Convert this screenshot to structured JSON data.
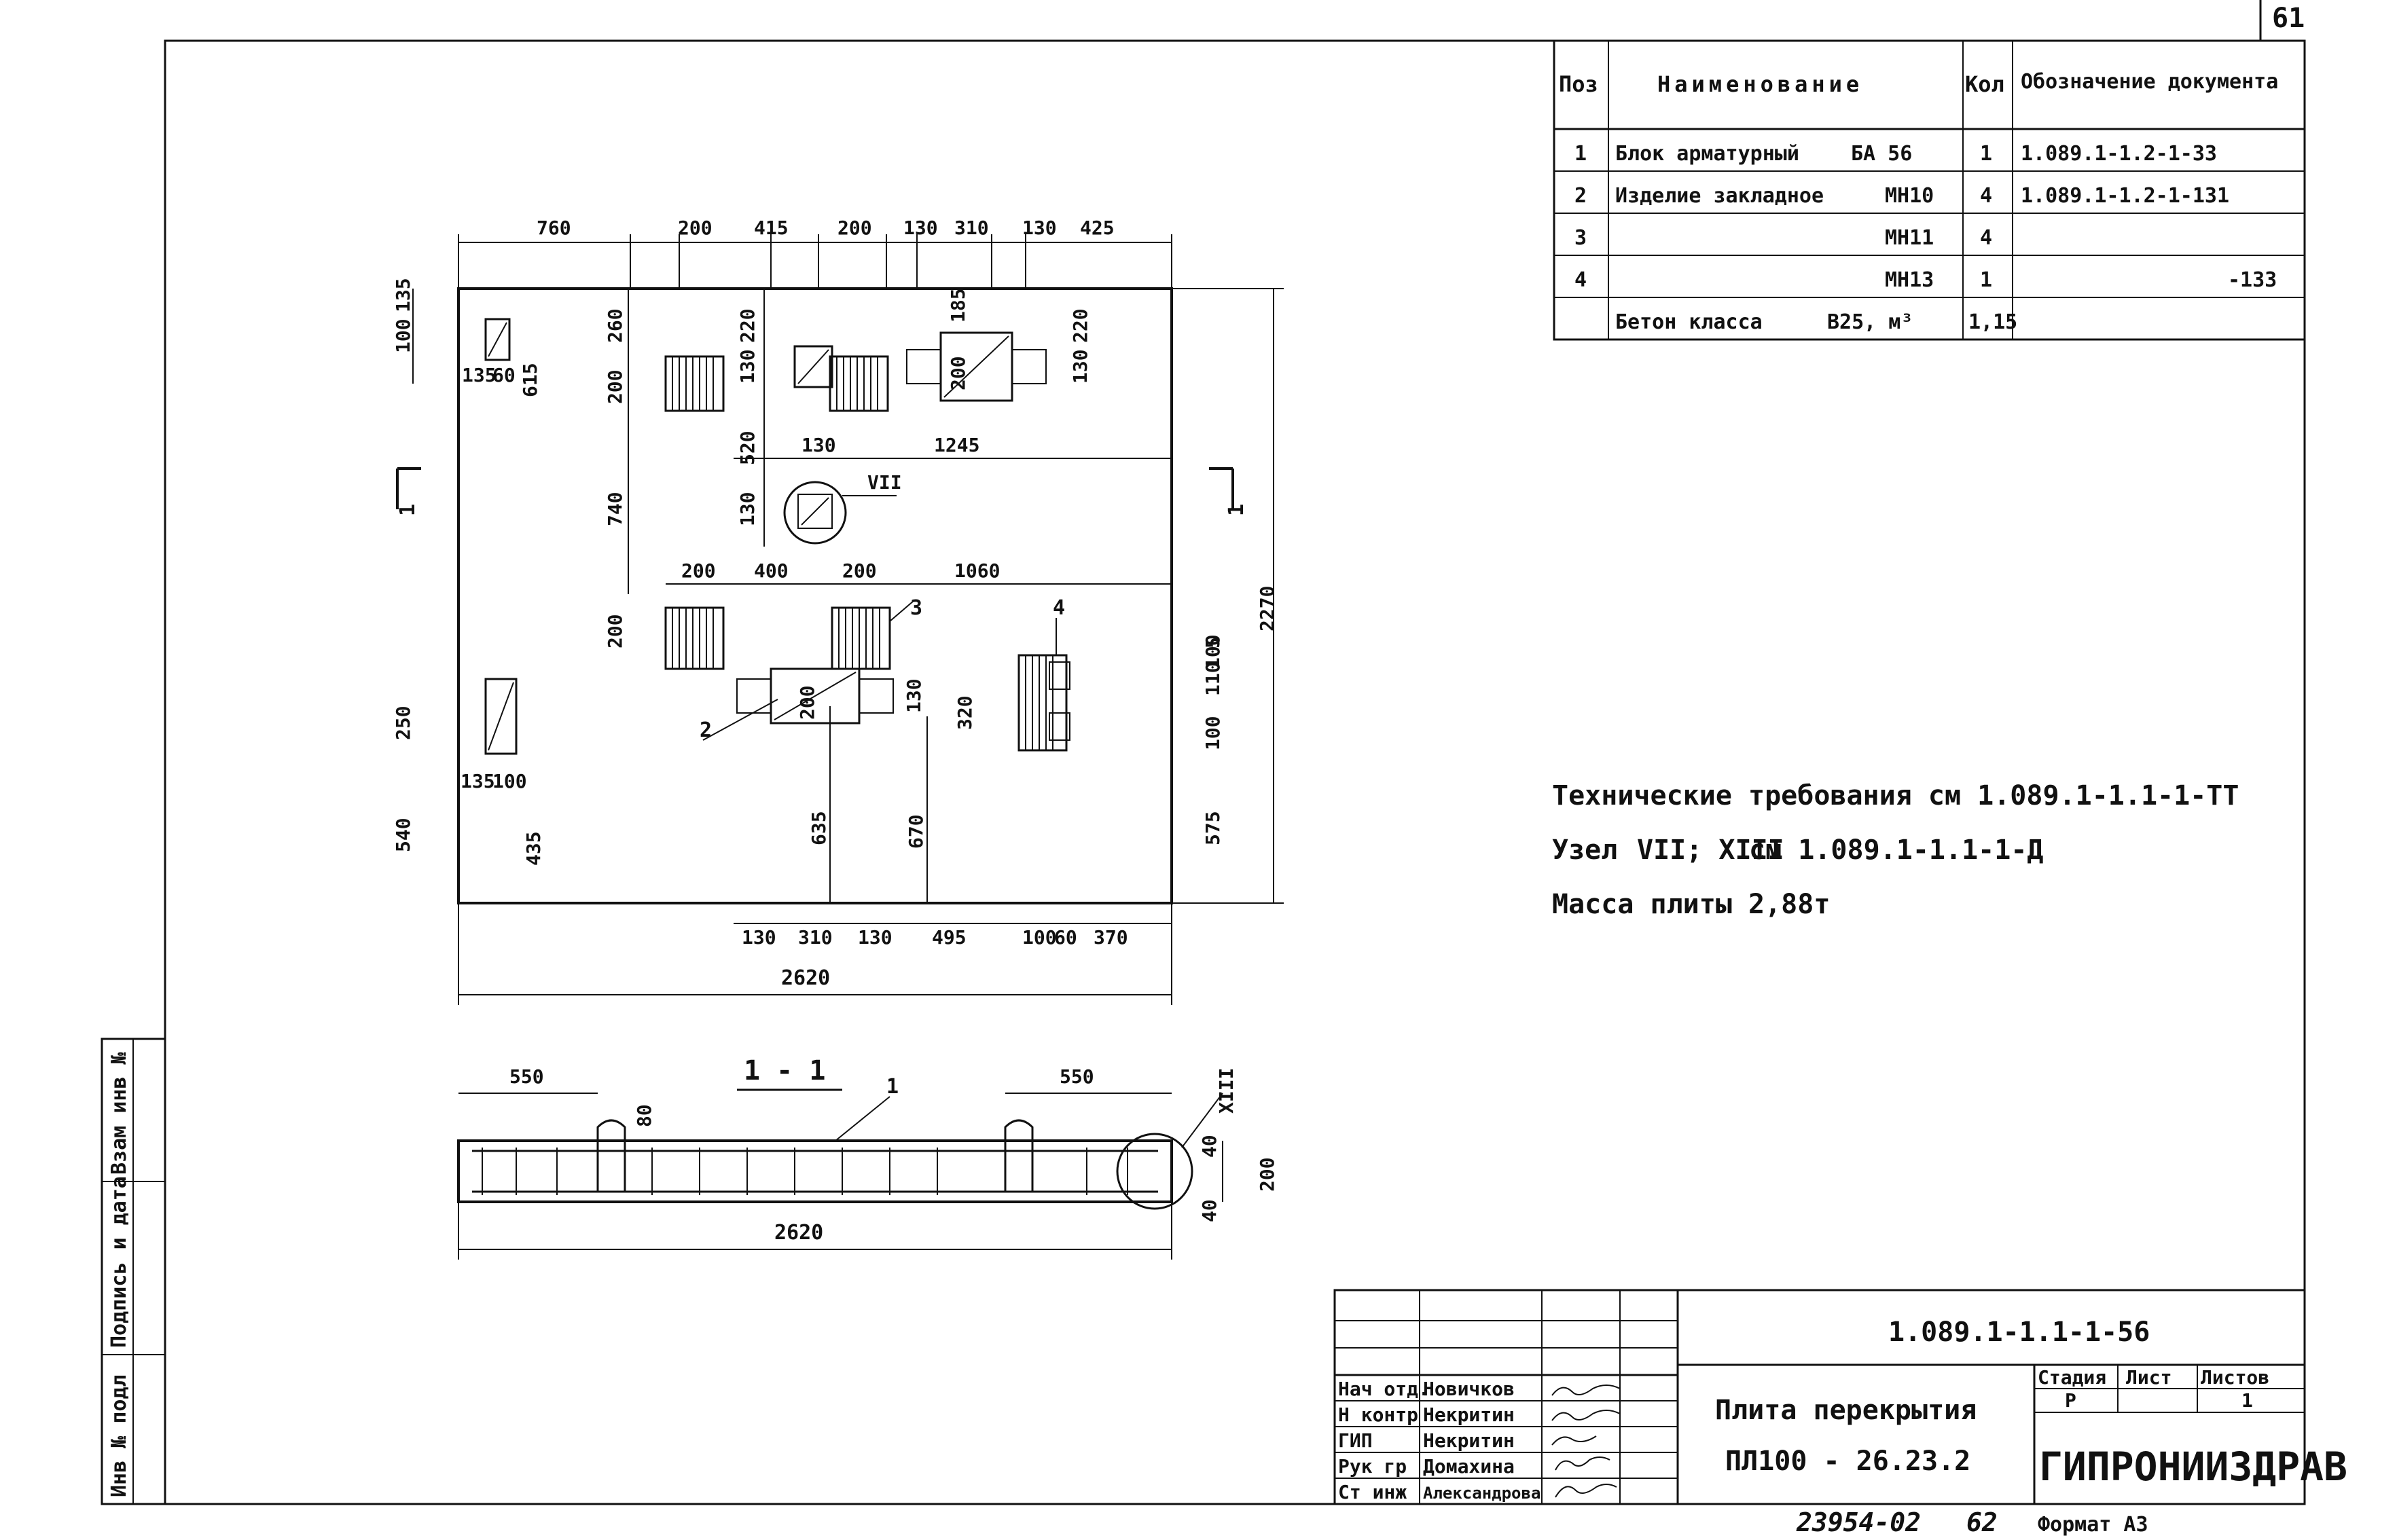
{
  "sheet_number": "61",
  "spec_table": {
    "headers": {
      "pos": "Поз",
      "name": "Наименование",
      "qty": "Кол",
      "doc": "Обозначение документа"
    },
    "rows": [
      {
        "pos": "1",
        "name": "Блок арматурный",
        "mark": "БА 56",
        "qty": "1",
        "doc": "1.089.1-1.2-1-33"
      },
      {
        "pos": "2",
        "name": "Изделие закладное",
        "mark": "МН10",
        "qty": "4",
        "doc": "1.089.1-1.2-1-131"
      },
      {
        "pos": "3",
        "name": "",
        "mark": "МН11",
        "qty": "4",
        "doc": ""
      },
      {
        "pos": "4",
        "name": "",
        "mark": "МН13",
        "qty": "1",
        "doc": "-133"
      },
      {
        "pos": "",
        "name": "Бетон класса",
        "mark": "В25, м³",
        "qty": "1,15",
        "doc": ""
      }
    ]
  },
  "plan": {
    "top_dims": [
      "760",
      "200",
      "415",
      "200",
      "130",
      "310",
      "130",
      "425"
    ],
    "mid_dims_1": [
      "130",
      "1245"
    ],
    "mid_dims_2": [
      "200",
      "400",
      "200",
      "1060"
    ],
    "bottom_dims": [
      "130",
      "310",
      "130",
      "495",
      "100",
      "60",
      "370"
    ],
    "overall_width": "2620",
    "overall_height": "2270",
    "left_dims": [
      "100",
      "135",
      "260",
      "200",
      "615",
      "740",
      "200",
      "250",
      "540",
      "435"
    ],
    "small_dims": [
      "135",
      "60",
      "135",
      "100",
      "220",
      "130",
      "520",
      "130",
      "185",
      "220",
      "130",
      "200",
      "200",
      "130",
      "320",
      "635",
      "670",
      "575",
      "100",
      "110",
      "100",
      "5",
      "100",
      "110"
    ],
    "section_marks": [
      "1",
      "1"
    ],
    "node_mark": "VII",
    "callouts": [
      "2",
      "3",
      "4"
    ]
  },
  "section": {
    "title": "1 - 1",
    "dims": [
      "550",
      "550",
      "80",
      "2620",
      "40",
      "200",
      "40"
    ],
    "node_mark": "XIII",
    "callout": "1"
  },
  "notes": {
    "line1": "Технические требования см 1.089.1-1.1-1-ТТ",
    "line2_prefix": "Узел",
    "line2_nodes": "VII; XIII",
    "line2_suffix": "см 1.089.1-1.1-1-Д",
    "line3": "Масса плиты 2,88т"
  },
  "title_block": {
    "code": "1.089.1-1.1-1-56",
    "title": "Плита перекрытия",
    "mark": "ПЛ100 - 26.23.2",
    "stage_header": "Стадия",
    "sheet_header": "Лист",
    "sheets_header": "Листов",
    "stage": "Р",
    "sheets": "1",
    "org": "ГИПРОНИИЗДРАВ",
    "roles": [
      {
        "role": "Нач отд.",
        "name": "Новичков"
      },
      {
        "role": "Н контр",
        "name": "Некритин"
      },
      {
        "role": "ГИП",
        "name": "Некритин"
      },
      {
        "role": "Рук гр",
        "name": "Домахина"
      },
      {
        "role": "Ст инж",
        "name": "Александрова"
      }
    ]
  },
  "side_stamp": [
    "Инв № подл",
    "Подпись и дата",
    "Взам инв №"
  ],
  "footer": {
    "archive": "23954-02",
    "page": "62",
    "format": "Формат А3"
  }
}
